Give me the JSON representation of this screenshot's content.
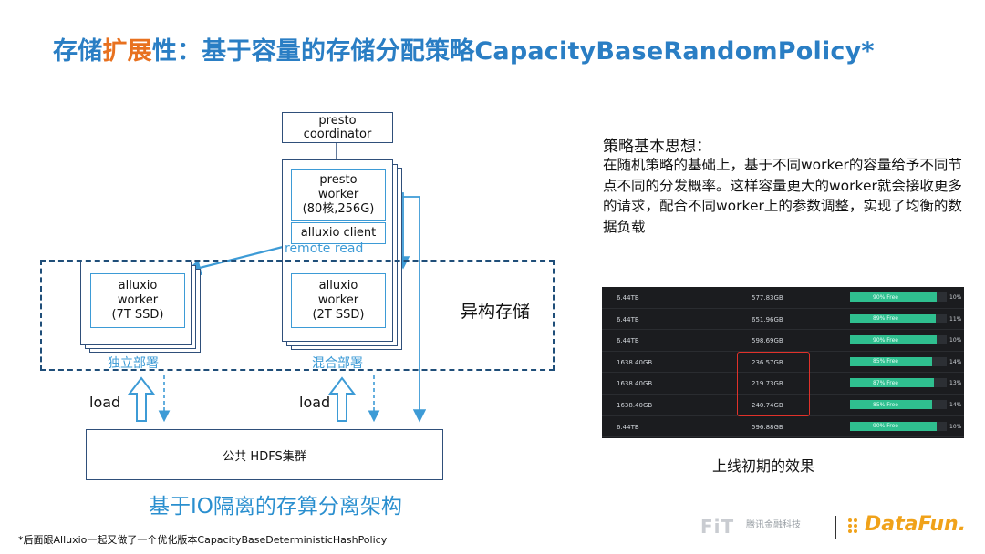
{
  "title": {
    "part1": "存储",
    "accent": "扩展",
    "part2": "性：基于容量的存储分配策略CapacityBaseRandomPolicy*"
  },
  "diagram": {
    "coordinator": "presto\ncoordinator",
    "presto_worker": "presto\nworker\n(80核,256G)",
    "alluxio_client": "alluxio client",
    "remote_read": "remote read",
    "alluxio_worker_left": "alluxio\nworker\n(7T SSD)",
    "alluxio_worker_right": "alluxio\nworker\n(2T SSD)",
    "label_standalone": "独立部署",
    "label_mixed": "混合部署",
    "label_hetero": "异构存储",
    "load_left": "load",
    "load_right": "load",
    "hdfs": "公共 HDFS集群",
    "caption": "基于IO隔离的存算分离架构"
  },
  "policy": {
    "heading": "策略基本思想：",
    "body": "在随机策略的基础上，基于不同worker的容量给予不同节点不同的分发概率。这样容量更大的worker就会接收更多的请求，配合不同worker上的参数调整，实现了均衡的数据负载"
  },
  "table": {
    "rows": [
      {
        "capacity": "6.44TB",
        "used": "577.83GB",
        "bar_label": "90% Free",
        "pct": "10%",
        "free": 0.9
      },
      {
        "capacity": "6.44TB",
        "used": "651.96GB",
        "bar_label": "89% Free",
        "pct": "11%",
        "free": 0.89
      },
      {
        "capacity": "6.44TB",
        "used": "598.69GB",
        "bar_label": "90% Free",
        "pct": "10%",
        "free": 0.9
      },
      {
        "capacity": "1638.40GB",
        "used": "236.57GB",
        "bar_label": "85% Free",
        "pct": "14%",
        "free": 0.85
      },
      {
        "capacity": "1638.40GB",
        "used": "219.73GB",
        "bar_label": "87% Free",
        "pct": "13%",
        "free": 0.87
      },
      {
        "capacity": "1638.40GB",
        "used": "240.74GB",
        "bar_label": "85% Free",
        "pct": "14%",
        "free": 0.85
      },
      {
        "capacity": "6.44TB",
        "used": "596.88GB",
        "bar_label": "90% Free",
        "pct": "10%",
        "free": 0.9
      }
    ],
    "caption": "上线初期的效果"
  },
  "footnote": "*后面跟Alluxio一起又做了一个优化版本CapacityBaseDeterministicHashPolicy",
  "logos": {
    "fit": "FiT",
    "fit_cn": "腾讯金融科技",
    "datafun": "DataFun."
  },
  "colors": {
    "title_blue": "#2a7ec4",
    "title_orange": "#e8711f",
    "arrow_blue": "#3d9bd6",
    "bar_green": "#2fbf8f",
    "red": "#e0312a"
  }
}
